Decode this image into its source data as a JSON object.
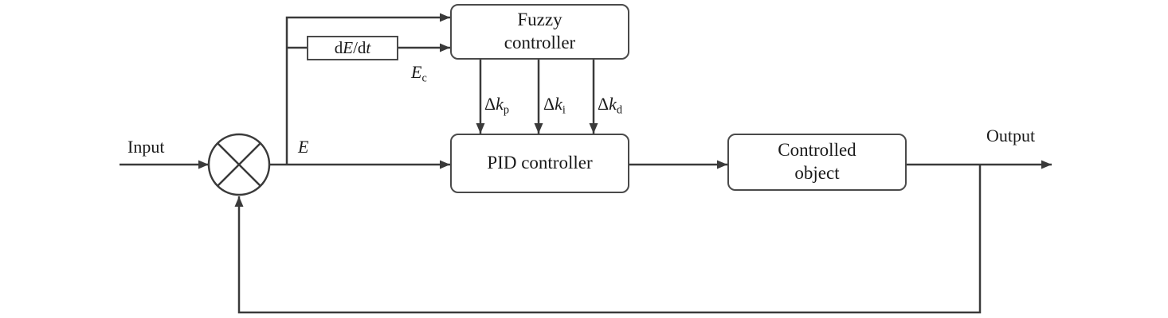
{
  "colors": {
    "line": "#3a3a3a",
    "text": "#1a1a1a",
    "background": "#ffffff"
  },
  "labels": {
    "input": "Input",
    "output": "Output",
    "error": "E",
    "error_c": {
      "main": "E",
      "sub": "c"
    },
    "dedt": {
      "d1": "d",
      "E": "E",
      "d2": "/d",
      "t": "t"
    },
    "gains": [
      {
        "delta": "Δ",
        "k": "k",
        "sub": "p"
      },
      {
        "delta": "Δ",
        "k": "k",
        "sub": "i"
      },
      {
        "delta": "Δ",
        "k": "k",
        "sub": "d"
      }
    ]
  },
  "blocks": {
    "fuzzy": {
      "line1": "Fuzzy",
      "line2": "controller"
    },
    "pid": {
      "label": "PID controller"
    },
    "controlled": {
      "line1": "Controlled",
      "line2": "object"
    }
  }
}
